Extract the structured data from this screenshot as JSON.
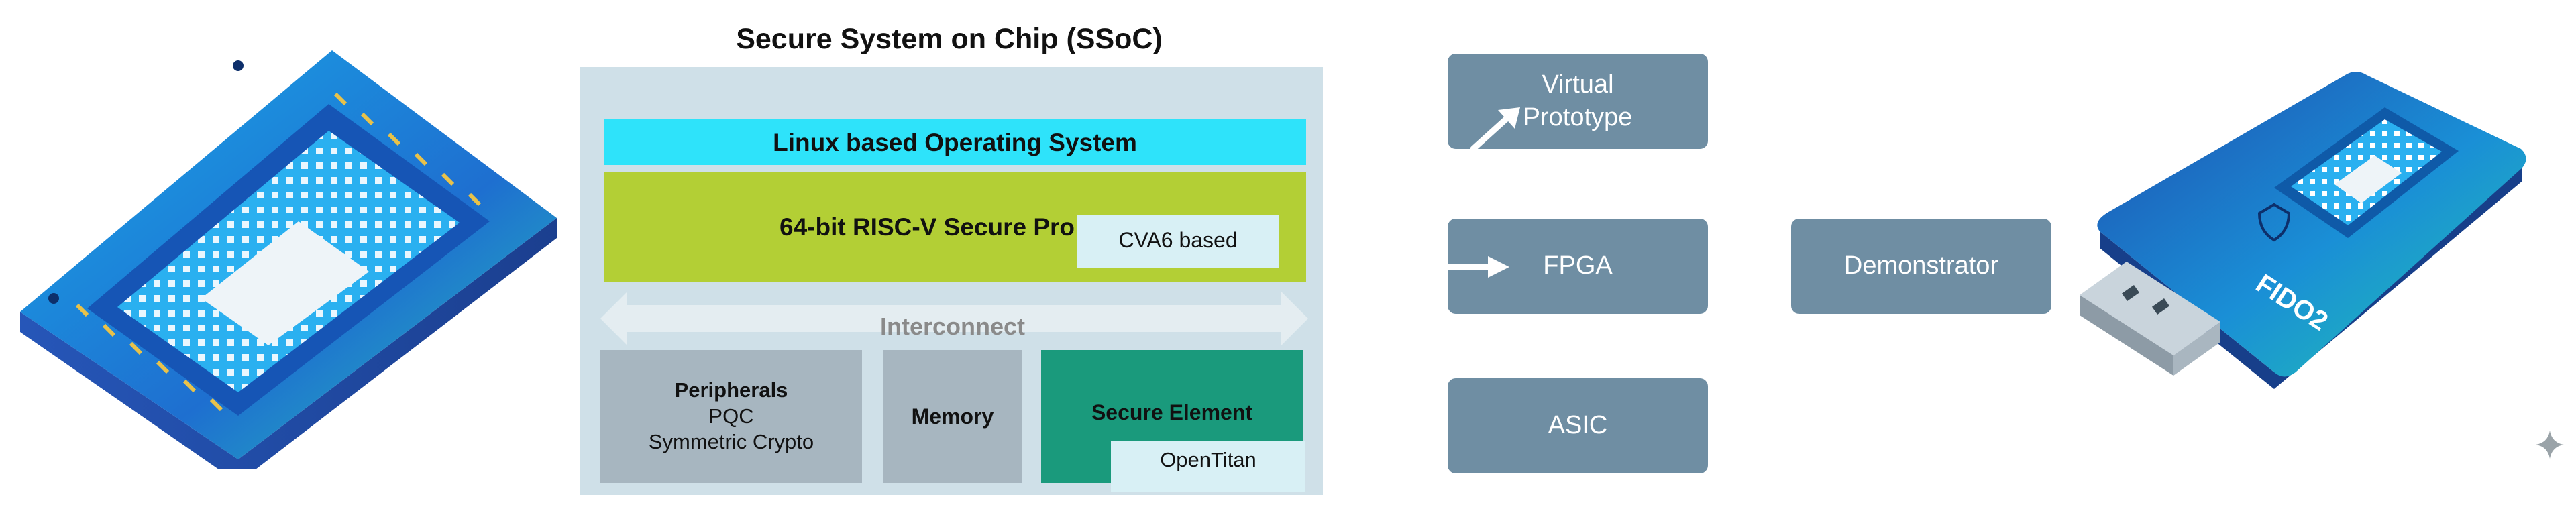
{
  "title": "Secure System on Chip (SSoC)",
  "blocks": {
    "os": "Linux based Operating System",
    "processor": "64-bit RISC-V Secure Processor",
    "processor_tag": "CVA6 based",
    "interconnect": "Interconnect",
    "peripherals": {
      "title": "Peripherals",
      "lines": [
        "PQC",
        "Symmetric Crypto"
      ]
    },
    "memory": "Memory",
    "secure_element": "Secure Element",
    "secure_element_tag": "OpenTitan"
  },
  "stages": {
    "virtual_prototype": [
      "Virtual",
      "Prototype"
    ],
    "fpga": "FPGA",
    "asic": "ASIC",
    "demonstrator": "Demonstrator"
  },
  "device_label": "FIDO2",
  "colors": {
    "os": "#2ee3fa",
    "processor": "#b3cf35",
    "panel": "#cfe0e8",
    "block_grey": "#a7b6c0",
    "secure_element": "#1a9a7c",
    "stage_box": "#6f8ea3",
    "chip_blue": "#1e8fd6"
  },
  "icons": [
    "chip-illustration-icon",
    "usb-security-key-icon",
    "sparkle-icon",
    "arrow-right-icon",
    "arrow-up-right-icon"
  ]
}
